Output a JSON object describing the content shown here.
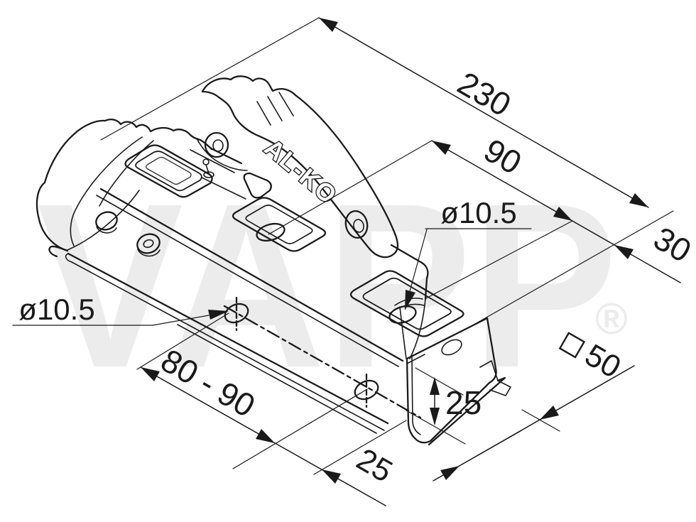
{
  "drawing": {
    "type": "dimensioned isometric technical line drawing",
    "subject": "AL-KO trailer hitch coupling with mounting channel",
    "background": "#ffffff",
    "line_color": "#1a1a1a",
    "watermark_color": "#ececec"
  },
  "labels": {
    "overall_length": "230",
    "rear_length": "90",
    "rear_offset": "30",
    "top_hole_dia": "ø10.5",
    "side_hole_dia": "ø10.5",
    "slot_range": "80 - 90",
    "channel_height": "25",
    "slot_offset": "25",
    "square_tube": "□50",
    "square_tube_number": "50",
    "brand": "AL-KO",
    "watermark": "VAPP",
    "registered": "®"
  }
}
